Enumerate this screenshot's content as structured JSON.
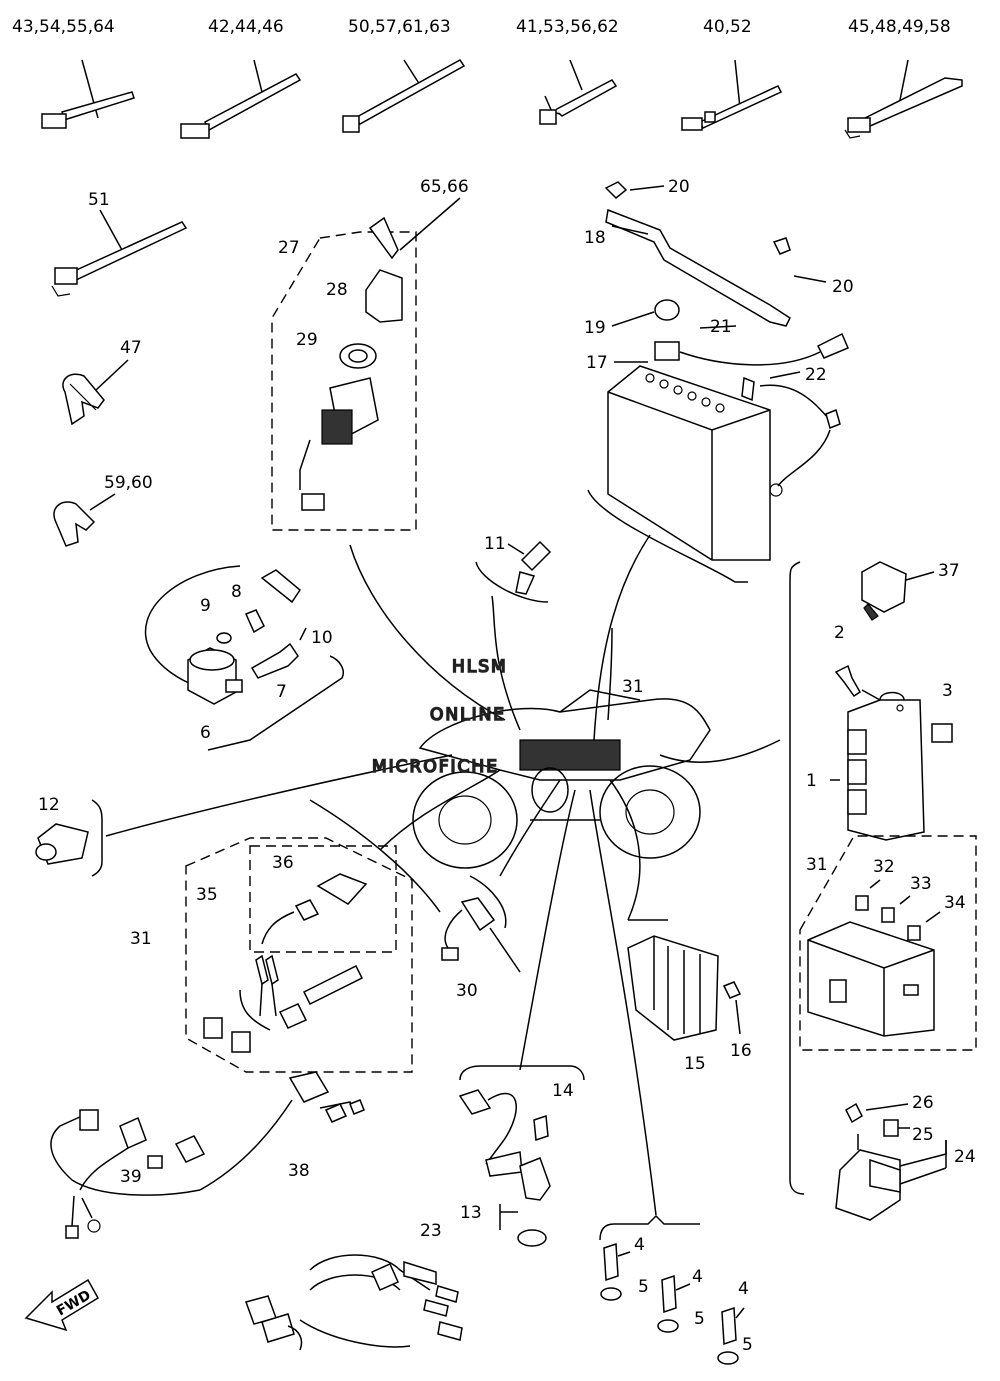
{
  "watermark": {
    "line1": "HLSM",
    "line2": "ONLINE",
    "line3": "MICROFICHE"
  },
  "fwd_label": "FWD",
  "labels": {
    "l_43_54_55_64": "43,54,55,64",
    "l_42_44_46": "42,44,46",
    "l_50_57_61_63": "50,57,61,63",
    "l_41_53_56_62": "41,53,56,62",
    "l_40_52": "40,52",
    "l_45_48_49_58": "45,48,49,58",
    "l_51": "51",
    "l_65_66": "65,66",
    "l_27": "27",
    "l_28": "28",
    "l_29": "29",
    "l_20a": "20",
    "l_18": "18",
    "l_20b": "20",
    "l_19": "19",
    "l_21": "21",
    "l_17": "17",
    "l_22": "22",
    "l_47": "47",
    "l_59_60": "59,60",
    "l_11": "11",
    "l_37": "37",
    "l_9": "9",
    "l_8": "8",
    "l_10": "10",
    "l_7": "7",
    "l_6": "6",
    "l_2": "2",
    "l_3": "3",
    "l_31a": "31",
    "l_1": "1",
    "l_12": "12",
    "l_36": "36",
    "l_35": "35",
    "l_31b": "31",
    "l_31c": "31",
    "l_32": "32",
    "l_33": "33",
    "l_34": "34",
    "l_30": "30",
    "l_15": "15",
    "l_16": "16",
    "l_14": "14",
    "l_26": "26",
    "l_25": "25",
    "l_24": "24",
    "l_39": "39",
    "l_38": "38",
    "l_13": "13",
    "l_23": "23",
    "l_4a": "4",
    "l_5a": "5",
    "l_4b": "4",
    "l_5b": "5",
    "l_4c": "4",
    "l_5c": "5"
  }
}
